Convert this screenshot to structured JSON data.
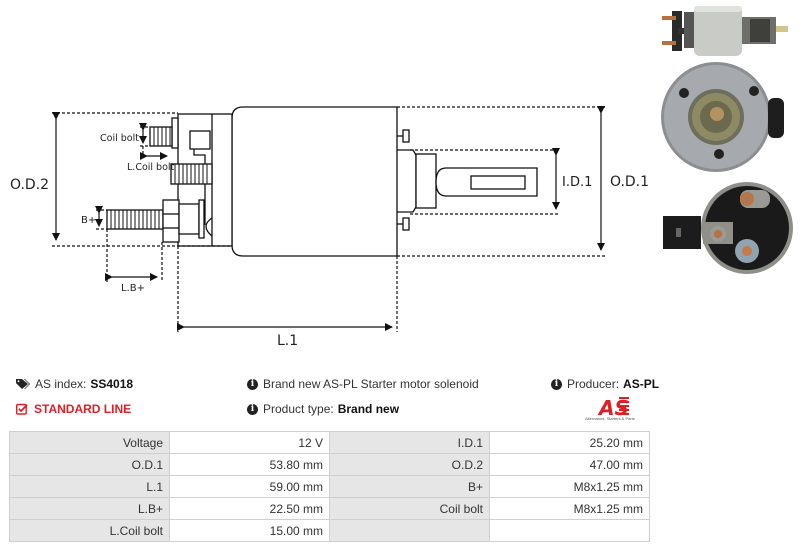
{
  "diagram": {
    "labels": {
      "od2": "O.D.2",
      "od1": "O.D.1",
      "id1": "I.D.1",
      "l1": "L.1",
      "lb_plus": "L.B+",
      "b_plus": "B+",
      "coil_bolt": "Coil bolt",
      "l_coil_bolt": "L.Coil bolt"
    }
  },
  "photos": [
    {
      "name": "solenoid-side-view"
    },
    {
      "name": "solenoid-front-view"
    },
    {
      "name": "solenoid-terminal-view"
    }
  ],
  "info": {
    "as_index_label": "AS index:",
    "as_index_value": "SS4018",
    "line_label": "STANDARD LINE",
    "description": "Brand new AS-PL Starter motor solenoid",
    "product_type_label": "Product type:",
    "product_type_value": "Brand new",
    "producer_label": "Producer:",
    "producer_value": "AS-PL",
    "logo_text": "AS",
    "logo_tagline": "Alternators, Starters & Parts",
    "accent_color": "#e01e26"
  },
  "specs": [
    {
      "label": "Voltage",
      "value": "12 V",
      "label2": "I.D.1",
      "value2": "25.20 mm"
    },
    {
      "label": "O.D.1",
      "value": "53.80 mm",
      "label2": "O.D.2",
      "value2": "47.00 mm"
    },
    {
      "label": "L.1",
      "value": "59.00 mm",
      "label2": "B+",
      "value2": "M8x1.25 mm"
    },
    {
      "label": "L.B+",
      "value": "22.50 mm",
      "label2": "Coil bolt",
      "value2": "M8x1.25 mm"
    },
    {
      "label": "L.Coil bolt",
      "value": "15.00 mm",
      "label2": "",
      "value2": ""
    }
  ]
}
